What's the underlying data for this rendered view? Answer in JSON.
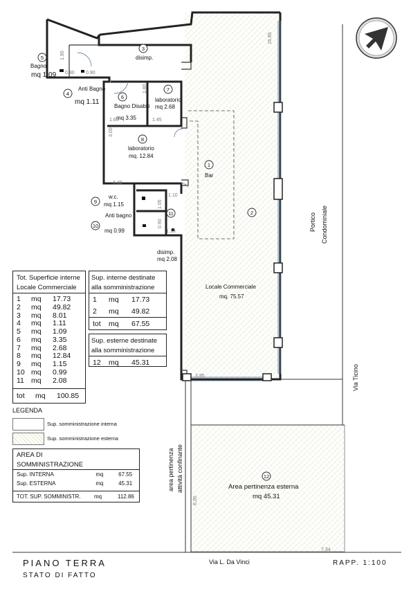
{
  "rooms": [
    {
      "num": "1",
      "name": "Bar",
      "area": ""
    },
    {
      "num": "2",
      "name": "Locale Commerciale",
      "area": "mq. 75.57"
    },
    {
      "num": "3",
      "name": "disimp.",
      "area": ""
    },
    {
      "num": "4",
      "name": "Anti Bagno",
      "area": "mq 1.11"
    },
    {
      "num": "5",
      "name": "Bagno",
      "area": "mq 1.09"
    },
    {
      "num": "6",
      "name": "Bagno Disabili",
      "area": "mq 3.35"
    },
    {
      "num": "7",
      "name": "laboratorio",
      "area": "mq 2.68"
    },
    {
      "num": "8",
      "name": "laboratorio",
      "area": "mq. 12.84"
    },
    {
      "num": "9",
      "name": "w.c.",
      "area": "mq 1.15"
    },
    {
      "num": "10",
      "name": "Anti bagno",
      "area": "mq 0.99"
    },
    {
      "num": "11",
      "name": "disimp.",
      "area": "mq 2.08"
    },
    {
      "num": "12",
      "name": "Area pertinenza esterna",
      "area": "mq 45.31"
    }
  ],
  "dimensions": [
    "16.85",
    "1.90",
    "0.90",
    "0.90",
    "1.80",
    "1.65",
    "1.45",
    "3.00",
    "3.40",
    "1.10",
    "1.05",
    "0.90",
    "1.10",
    "3.95",
    "6.00",
    "7.34"
  ],
  "streets": {
    "portico": "Portico",
    "condominiale": "Condominiale",
    "ticino": "Via Ticino",
    "davinci": "Via L. Da Vinci",
    "pertinenza1": "area pertinenza",
    "pertinenza2": "attività confinante"
  },
  "table_interne": {
    "header1": "Tot. Superficie interne",
    "header2": "Locale Commerciale",
    "rows": [
      [
        "1",
        "mq",
        "17.73"
      ],
      [
        "2",
        "mq",
        "49.82"
      ],
      [
        "3",
        "mq",
        "8.01"
      ],
      [
        "4",
        "mq",
        "1.11"
      ],
      [
        "5",
        "mq",
        "1.09"
      ],
      [
        "6",
        "mq",
        "3.35"
      ],
      [
        "7",
        "mq",
        "2.68"
      ],
      [
        "8",
        "mq",
        "12.84"
      ],
      [
        "9",
        "mq",
        "1.15"
      ],
      [
        "10",
        "mq",
        "0.99"
      ],
      [
        "11",
        "mq",
        "2.08"
      ]
    ],
    "total": [
      "tot",
      "mq",
      "100.85"
    ]
  },
  "table_somm_interne": {
    "header1": "Sup. interne destinate",
    "header2": "alla somministrazione",
    "rows": [
      [
        "1",
        "mq",
        "17.73"
      ],
      [
        "2",
        "mq",
        "49.82"
      ]
    ],
    "total": [
      "tot",
      "mq",
      "67.55"
    ]
  },
  "table_somm_esterne": {
    "header1": "Sup. esterne destinate",
    "header2": "alla somministrazione",
    "rows": [
      [
        "12",
        "mq",
        "45.31"
      ]
    ]
  },
  "legend": {
    "title": "LEGENDA",
    "interna": "Sup. somministrazione interna",
    "esterna": "Sup. somministrazione esterna"
  },
  "area_table": {
    "header1": "AREA DI",
    "header2": "SOMMINISTRAZIONE",
    "rows": [
      [
        "Sup. INTERNA",
        "mq",
        "67.55"
      ],
      [
        "Sup. ESTERNA",
        "mq",
        "45.31"
      ]
    ],
    "total": [
      "TOT. SUP. SOMMINISTR.",
      "mq",
      "112.86"
    ]
  },
  "title": {
    "main": "PIANO TERRA",
    "sub": "STATO DI FATTO",
    "scale": "RAPP. 1:100"
  }
}
